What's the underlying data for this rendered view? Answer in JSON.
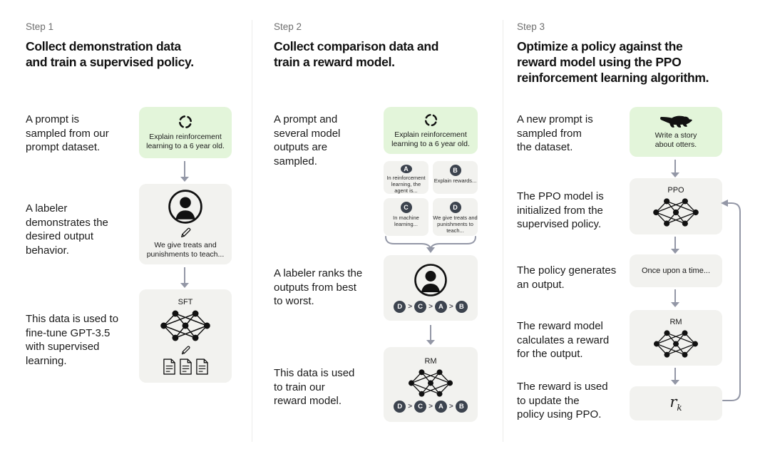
{
  "colors": {
    "prompt_green": "#e3f5da",
    "box_gray": "#f2f2ef",
    "badge_dark": "#3c434e",
    "arrow_gray": "#9397a6",
    "divider": "#ececea",
    "step_label": "#6e6e6e",
    "text": "#161616"
  },
  "step1": {
    "label": "Step 1",
    "title": "Collect demonstration data\nand train a supervised policy.",
    "rows": [
      "A prompt is\nsampled from our\nprompt dataset.",
      "A labeler\ndemonstrates the\ndesired output\nbehavior.",
      "This data is used to\nfine-tune GPT-3.5\nwith supervised\nlearning."
    ],
    "prompt_text": "Explain reinforcement\nlearning to a 6 year old.",
    "labeler_text": "We give treats and\npunishments to teach...",
    "sft_label": "SFT"
  },
  "step2": {
    "label": "Step 2",
    "title": "Collect comparison data and\ntrain a reward model.",
    "rows": [
      "A prompt and\nseveral model\noutputs are\nsampled.",
      "A labeler ranks the\noutputs from best\nto worst.",
      "This data is used\nto train our\nreward model."
    ],
    "prompt_text": "Explain reinforcement\nlearning to a 6 year old.",
    "outputs": [
      {
        "letter": "A",
        "text": "In reinforcement\nlearning, the\nagent is..."
      },
      {
        "letter": "B",
        "text": "Explain rewards..."
      },
      {
        "letter": "C",
        "text": "In machine\nlearning..."
      },
      {
        "letter": "D",
        "text": "We give treats and\npunishments to\nteach..."
      }
    ],
    "rank": [
      "D",
      "C",
      "A",
      "B"
    ],
    "rank_sep": ">",
    "rm_label": "RM"
  },
  "step3": {
    "label": "Step 3",
    "title": "Optimize a policy against the\nreward model using the PPO\nreinforcement learning algorithm.",
    "rows": [
      "A new prompt is\nsampled from\nthe dataset.",
      "The PPO model is\ninitialized from the\nsupervised policy.",
      "The policy generates\nan output.",
      "The reward model\ncalculates a reward\nfor the output.",
      "The reward is used\nto update the\npolicy using PPO."
    ],
    "prompt_text": "Write a story\nabout otters.",
    "ppo_label": "PPO",
    "output_text": "Once upon a time...",
    "rm_label": "RM",
    "reward_var": "r",
    "reward_sub": "k"
  }
}
